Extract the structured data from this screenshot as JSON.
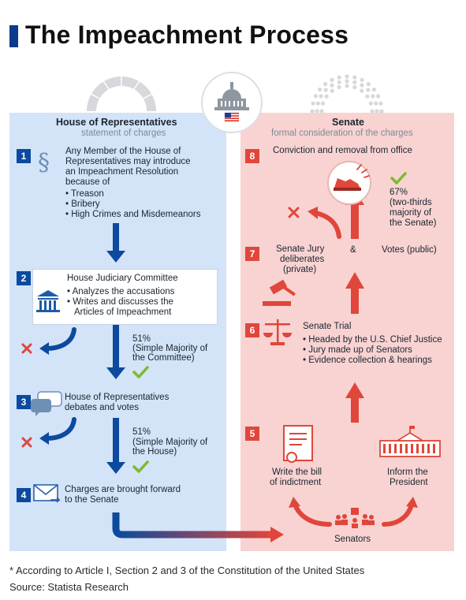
{
  "title": "The Impeachment Process",
  "house": {
    "title": "House of Representatives",
    "subtitle": "statement of charges",
    "steps": {
      "s1": {
        "num": "1",
        "text": [
          "Any Member of the House of",
          "Representatives may introduce",
          "an Impeachment Resolution",
          "because of"
        ],
        "items": [
          "Treason",
          "Bribery",
          "High Crimes and Misdemeanors"
        ]
      },
      "s2": {
        "num": "2",
        "title": "House Judiciary Committee",
        "items": [
          "Analyzes the accusations",
          "Writes and discusses the"
        ],
        "item_cont": "Articles of Impeachment"
      },
      "s2_vote": {
        "pct": "51%",
        "lines": [
          "(Simple Majority of",
          "the Committee)"
        ]
      },
      "s3": {
        "num": "3",
        "lines": [
          "House of Representatives",
          "debates and votes"
        ]
      },
      "s3_vote": {
        "pct": "51%",
        "lines": [
          "(Simple Majority of",
          "the House)"
        ]
      },
      "s4": {
        "num": "4",
        "lines": [
          "Charges are brought forward",
          "to the Senate"
        ]
      }
    }
  },
  "senate": {
    "title": "Senate",
    "subtitle": "formal consideration of the charges",
    "steps": {
      "s8": {
        "num": "8",
        "title": "Conviction and removal from office"
      },
      "vote67": {
        "pct": "67%",
        "lines": [
          "(two-thirds",
          "majority of",
          "the Senate)"
        ]
      },
      "s7": {
        "num": "7",
        "jury": [
          "Senate Jury",
          "deliberates",
          "(private)"
        ],
        "amp": "&",
        "votes": "Votes (public)"
      },
      "s6": {
        "num": "6",
        "title": "Senate Trial",
        "items": [
          "Headed by the U.S. Chief Justice",
          "Jury made up of Senators",
          "Evidence collection & hearings"
        ]
      },
      "s5": {
        "num": "5",
        "bill": [
          "Write the bill",
          "of indictment"
        ],
        "inform": [
          "Inform the",
          "President"
        ],
        "senators": "Senators"
      }
    }
  },
  "footer": {
    "note": "* According to Article I, Section 2 and 3 of the Constitution of the United States",
    "source": "Source: Statista Research"
  },
  "icons": {
    "capitol": "capitol-icon",
    "flag": "us-flag-icon",
    "paragraph": "paragraph-icon",
    "institution": "institution-icon",
    "chat": "chat-icon",
    "envelope": "envelope-icon",
    "shoe": "shoe-icon",
    "gavel": "gavel-icon",
    "scales": "scales-icon",
    "document": "document-icon",
    "white-house": "white-house-icon",
    "senators": "senators-icon",
    "check": "check-icon",
    "cross": "cross-icon"
  },
  "colors": {
    "house_bg": "#d3e3f8",
    "senate_bg": "#f8d3d2",
    "blue": "#0b4a9e",
    "red": "#e0463b",
    "green": "#7dbb2c",
    "title_bar": "#0b3c8c"
  }
}
